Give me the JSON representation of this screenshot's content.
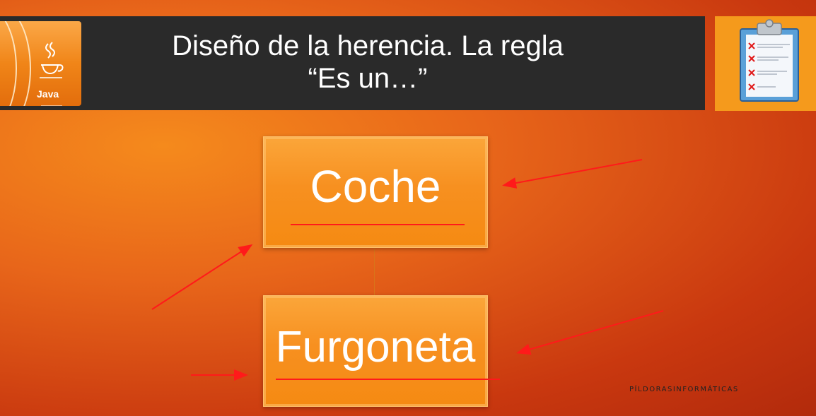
{
  "header": {
    "logo_label": "Java",
    "title_line1": "Diseño de la herencia. La regla",
    "title_line2": "“Es un…”"
  },
  "diagram": {
    "parent_class": "Coche",
    "child_class": "Furgoneta"
  },
  "footer": {
    "brand": "PÍLDORASINFORMÁTICAS"
  },
  "colors": {
    "background": "#e8661a",
    "title_bar": "#2a2a2a",
    "box_fill": "#f79020",
    "annotation": "#ff1a1a"
  },
  "icons": {
    "logo": "java-icon",
    "clipboard": "clipboard-checklist-icon"
  }
}
